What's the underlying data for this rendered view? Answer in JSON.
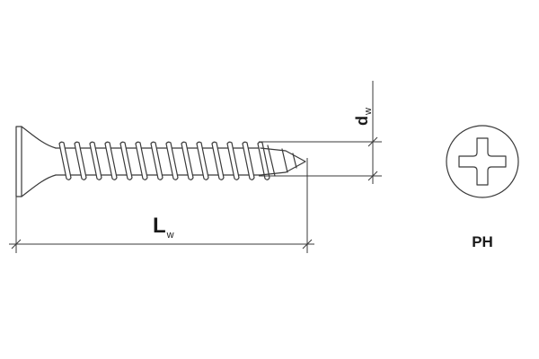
{
  "diagram": {
    "length_label": {
      "main": "L",
      "sub": "w"
    },
    "diameter_label": {
      "main": "d",
      "sub": "w"
    },
    "drive_label": "PH"
  },
  "colors": {
    "line": "#3a3a3a",
    "text": "#1a1a1a",
    "background": "#ffffff"
  },
  "icons": {
    "screw": "screw-side-view-icon",
    "drive": "phillips-cross-icon"
  }
}
